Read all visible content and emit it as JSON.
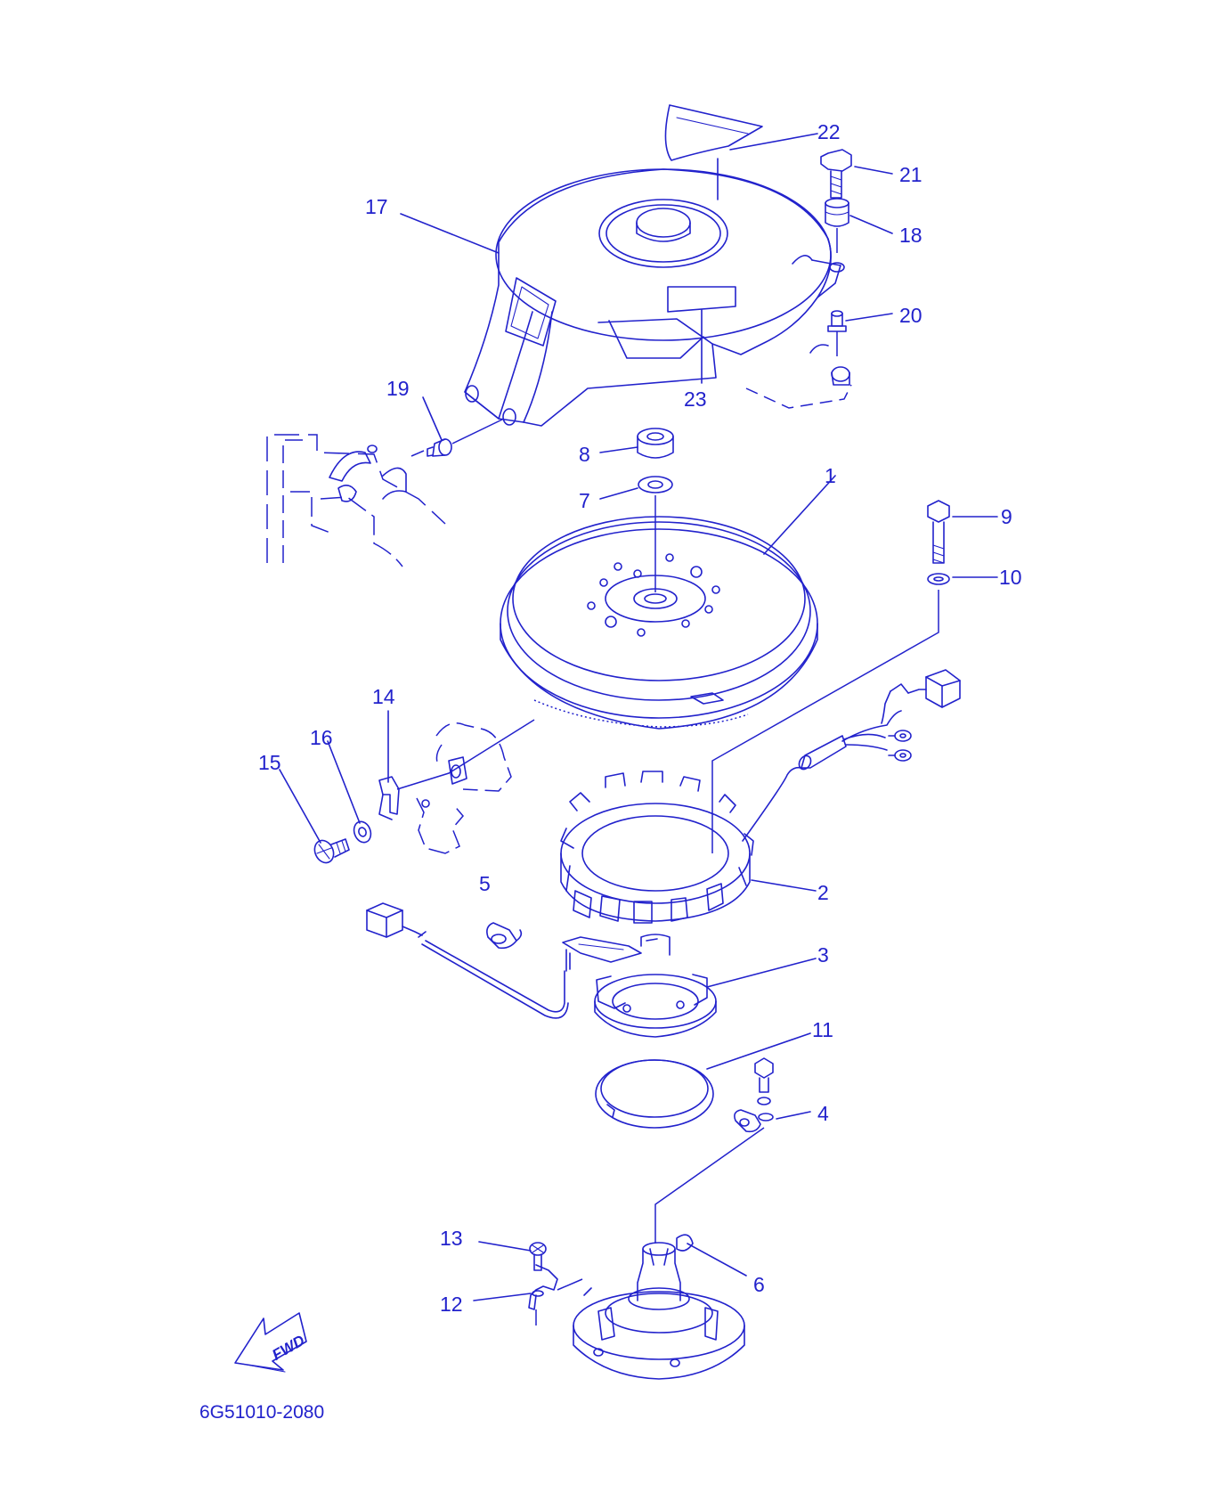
{
  "diagram": {
    "line_color": "#2222cc",
    "background": "#ffffff",
    "drawing_number": "6G51010-2080",
    "fwd_arrow_text": "FWD",
    "parts": [
      {
        "no": "1"
      },
      {
        "no": "2"
      },
      {
        "no": "3"
      },
      {
        "no": "4"
      },
      {
        "no": "5"
      },
      {
        "no": "6"
      },
      {
        "no": "7"
      },
      {
        "no": "8"
      },
      {
        "no": "9"
      },
      {
        "no": "10"
      },
      {
        "no": "11"
      },
      {
        "no": "12"
      },
      {
        "no": "13"
      },
      {
        "no": "14"
      },
      {
        "no": "15"
      },
      {
        "no": "16"
      },
      {
        "no": "17"
      },
      {
        "no": "18"
      },
      {
        "no": "19"
      },
      {
        "no": "20"
      },
      {
        "no": "21"
      },
      {
        "no": "22"
      },
      {
        "no": "23"
      }
    ]
  }
}
